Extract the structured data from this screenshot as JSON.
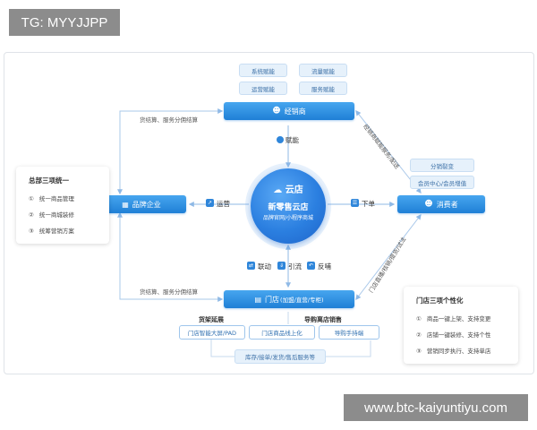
{
  "overlay": {
    "top_left_tag": "TG: MYYJJPP",
    "bottom_right_tag": "www.btc-kaiyuntiyu.com"
  },
  "colors": {
    "node_blue": "#2b86e0",
    "chip_bg": "#e6f1fb",
    "arrow": "#8fb9e6",
    "tag_gray": "#8c8c8c"
  },
  "center": {
    "logo_icon": "cloud-icon",
    "brand": "云店",
    "title": "新零售云店",
    "subtitle": "品牌官网/小程序商城"
  },
  "top_node": {
    "label": "经销商",
    "icon": "person-icon",
    "chips": [
      "系统赋能",
      "流量赋能",
      "运营赋能",
      "服务赋能"
    ],
    "spoke_label": "赋能"
  },
  "left_node": {
    "label": "品牌企业",
    "spoke_label": "运营"
  },
  "right_node": {
    "label": "消费者",
    "spoke_label": "下单",
    "chips": [
      "分销裂变",
      "会员中心/会员增值"
    ]
  },
  "bottom_node": {
    "label": "门店",
    "label_suffix": "(加盟/直营/专柜)",
    "spoke_labels": [
      "联动",
      "引流",
      "反哺"
    ]
  },
  "edges": {
    "left_top": "货结算、服务分佣结算",
    "left_bottom": "货结算、服务分佣结算",
    "top_right": "经销商赋能服务/配送",
    "bottom_right": "门店直播/核销/提货/试法"
  },
  "left_panel": {
    "title": "总部三项统一",
    "items": [
      "统一商品管理",
      "统一商城装修",
      "统筹营销方案"
    ]
  },
  "right_panel": {
    "title": "门店三项个性化",
    "items": [
      "商品一键上架、支持变更",
      "店铺一键装修、支持个性",
      "营销同步执行、支持单店"
    ]
  },
  "bottom_section": {
    "left_heading": "货架延展",
    "right_heading": "导购离店销售",
    "chips": [
      "门店智能大屏/PAD",
      "门店商品线上化",
      "导购手持端"
    ],
    "footer_chip": "库存/接单/发货/售后服务等"
  }
}
